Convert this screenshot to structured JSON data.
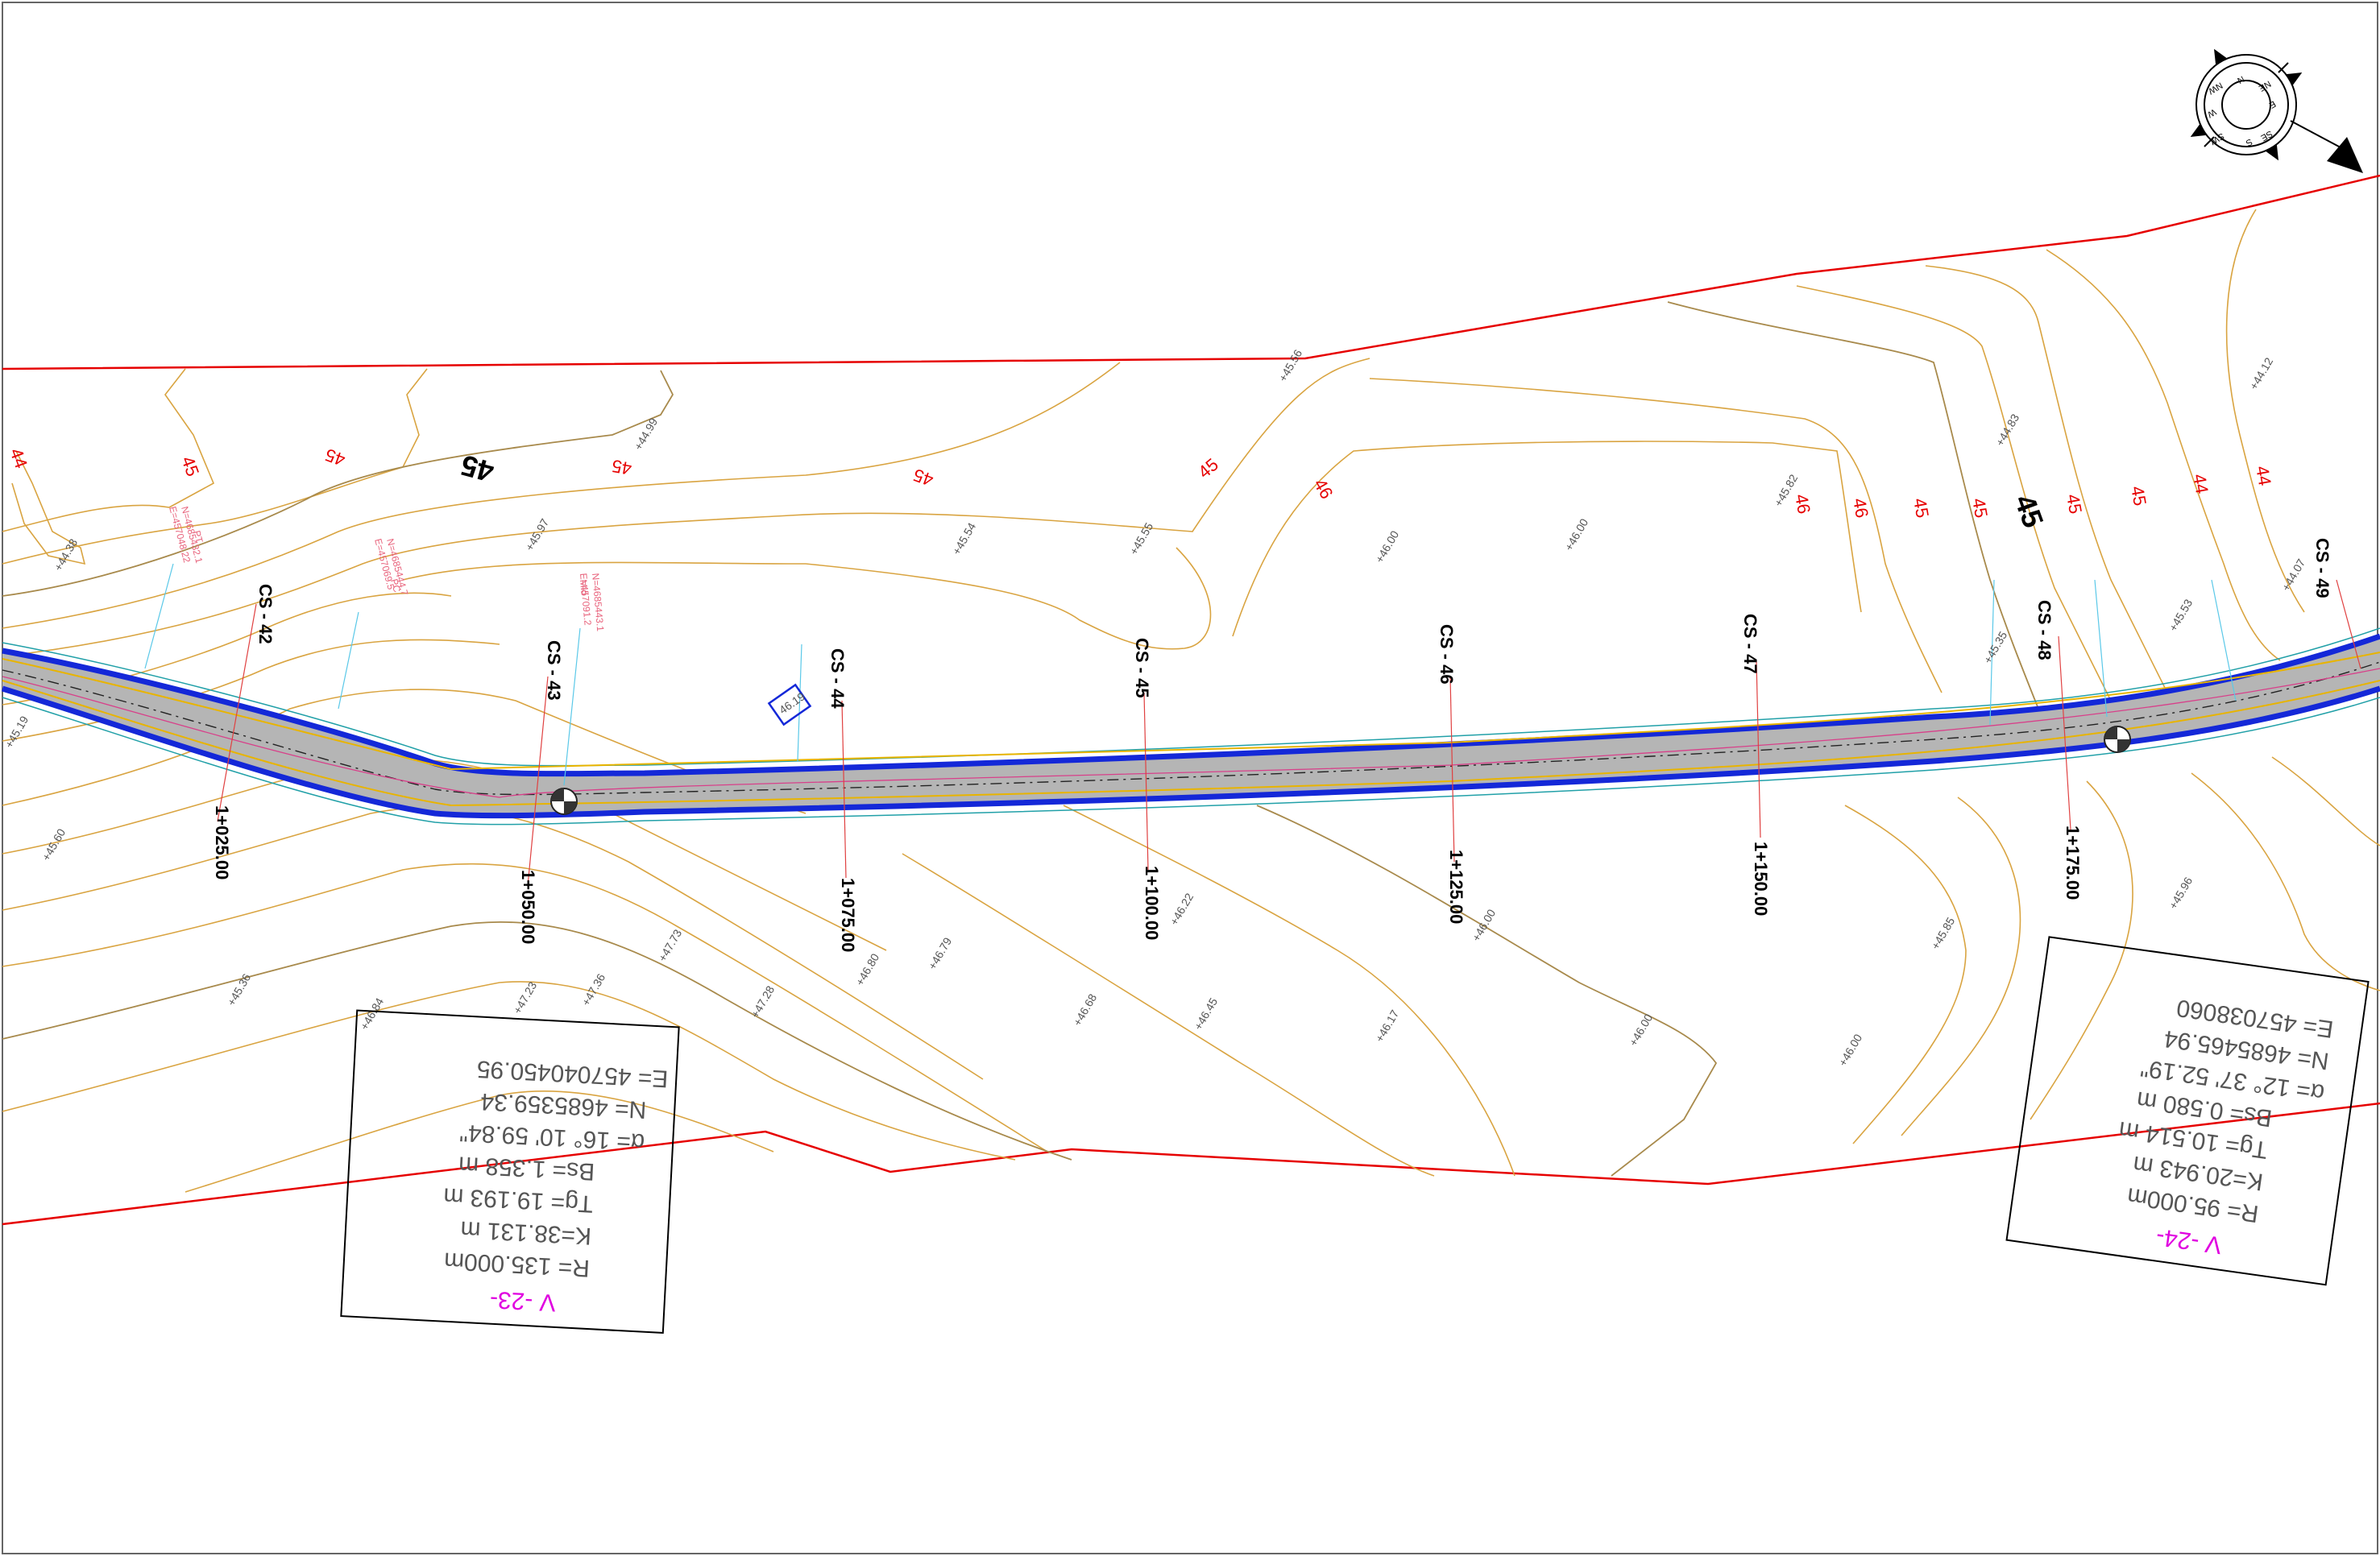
{
  "sections": [
    {
      "label": "CS - 42"
    },
    {
      "label": "CS - 43"
    },
    {
      "label": "CS - 44"
    },
    {
      "label": "CS - 45"
    },
    {
      "label": "CS - 46"
    },
    {
      "label": "CS - 47"
    },
    {
      "label": "CS - 48"
    },
    {
      "label": "CS - 49"
    }
  ],
  "stations": [
    {
      "label": "1+025.00"
    },
    {
      "label": "1+050.00"
    },
    {
      "label": "1+075.00"
    },
    {
      "label": "1+100.00"
    },
    {
      "label": "1+125.00"
    },
    {
      "label": "1+150.00"
    },
    {
      "label": "1+175.00"
    }
  ],
  "contour_labels": [
    "44",
    "45",
    "45",
    "45",
    "45",
    "45",
    "46",
    "46",
    "46",
    "45",
    "45",
    "45",
    "45",
    "44",
    "44"
  ],
  "contour_labels_big": [
    "45",
    "45"
  ],
  "spot_heights": [
    "+45.19",
    "+45.60",
    "+45.36",
    "+46.84",
    "+47.23",
    "+47.36",
    "+47.73",
    "+47.28",
    "+46.80",
    "+46.79",
    "+46.68",
    "+46.45",
    "+46.17",
    "+46.00",
    "+46.00",
    "+45.85",
    "+45.96",
    "+44.99",
    "+44.38",
    "+45.97",
    "+45.54",
    "+45.56",
    "+45.55",
    "+46.00",
    "+46.00",
    "+45.82",
    "+44.83",
    "+44.12",
    "+44.07",
    "+45.53",
    "+45.35",
    "+46.22",
    "+46.00"
  ],
  "pt_notes": [
    "PT",
    "N=4685432.1",
    "E=457048.22",
    "PC",
    "N=4685444.7",
    "E=457069.5",
    "Mid",
    "N=4685443.1",
    "E=457091.2"
  ],
  "curves": [
    {
      "title": "V  -23-",
      "lines": [
        "R=  135.000m",
        "K=38.131  m",
        "Tg=  19.193  m",
        "Bs=  1.358  m",
        "α=  16°  10'  59.84\"",
        "N=  4685359.34",
        "E=  457040450.95"
      ]
    },
    {
      "title": "V  -24-",
      "lines": [
        "R=  95.000m",
        "K=20.943  m",
        "Tg=  10.514  m",
        "Bs=  0.580  m",
        "α=  12°  37'  52.19\"",
        "N=  4685465.94",
        "E=  457038060"
      ]
    }
  ],
  "compass": {
    "icon": "north-arrow-icon",
    "letters": [
      "N",
      "E",
      "S",
      "W",
      "NE",
      "SE",
      "SW",
      "NW"
    ]
  },
  "colors": {
    "boundary": "#e60000",
    "contour": "#d9a441",
    "road_edge": "#1428d8",
    "road_fill": "#b5b5b5",
    "curve_title": "#e000e0"
  }
}
